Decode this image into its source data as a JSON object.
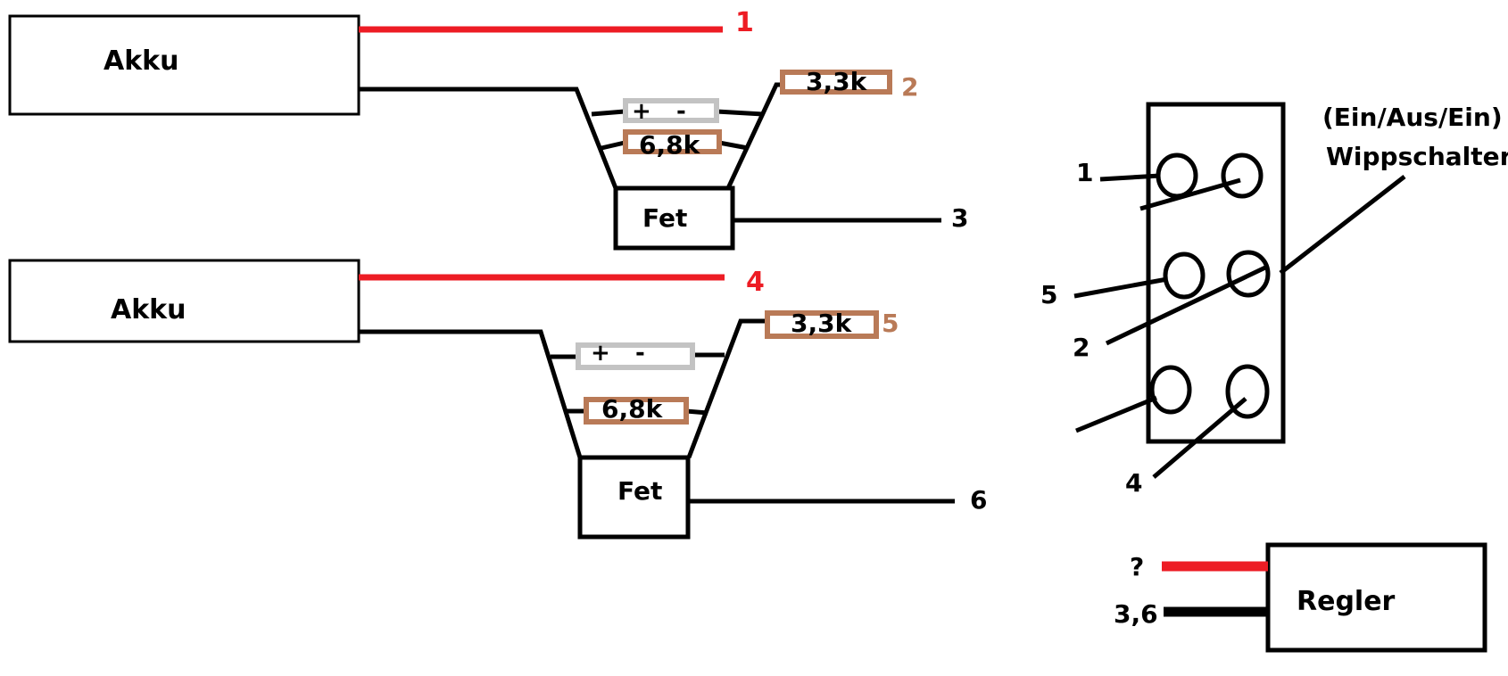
{
  "colors": {
    "wire_red": "#ed1c24",
    "wire_black": "#000000",
    "resistor": "#b97a57",
    "cap": "#c3c3c3"
  },
  "circuit1": {
    "battery_label": "Akku",
    "red_wire_label": "1",
    "resistor_top_value": "3,3k",
    "resistor_top_label": "2",
    "cap_plus": "+",
    "cap_minus": "-",
    "resistor_bottom_value": "6,8k",
    "fet_label": "Fet",
    "fet_wire_label": "3"
  },
  "circuit2": {
    "battery_label": "Akku",
    "red_wire_label": "4",
    "resistor_top_value": "3,3k",
    "resistor_top_label": "5",
    "cap_plus": "+",
    "cap_minus": "-",
    "resistor_bottom_value": "6,8k",
    "fet_label": "Fet",
    "fet_wire_label": "6"
  },
  "switch": {
    "title_line1": "(Ein/Aus/Ein)",
    "title_line2": "Wippschalter",
    "pin_labels": {
      "p1": "1",
      "p5": "5",
      "p2": "2",
      "p4": "4"
    }
  },
  "regler": {
    "label": "Regler",
    "red_wire_label": "?",
    "black_wire_label": "3,6"
  }
}
